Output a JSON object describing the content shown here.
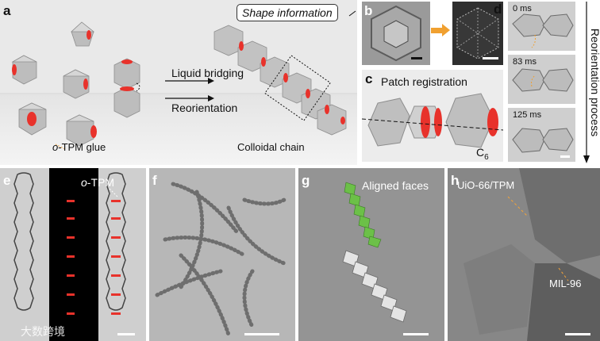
{
  "panels": {
    "a": {
      "label": "a",
      "shape_information": "Shape information",
      "liquid_bridging": "Liquid bridging",
      "reorientation": "Reorientation",
      "glue_prefix": "o",
      "glue_suffix": "-TPM glue",
      "colloidal_chain": "Colloidal chain"
    },
    "b": {
      "label": "b"
    },
    "c": {
      "label": "c",
      "title": "Patch registration",
      "axis_main": "C",
      "axis_sub": "6"
    },
    "d": {
      "label": "d",
      "times": [
        "0 ms",
        "83 ms",
        "125 ms"
      ],
      "process_label": "Reorientation process"
    },
    "e": {
      "label": "e",
      "tpm_prefix": "o",
      "tpm_suffix": "-TPM",
      "watermark": "大数跨境"
    },
    "f": {
      "label": "f"
    },
    "g": {
      "label": "g",
      "aligned_faces": "Aligned faces"
    },
    "h": {
      "label": "h",
      "uio": "UiO-66/TPM",
      "mil": "MIL-96"
    }
  },
  "colors": {
    "patch_red": "#e8322b",
    "glue_orange": "#f0a030",
    "aligned_green": "#6cc048",
    "annotation_orange": "#f2a33a"
  }
}
